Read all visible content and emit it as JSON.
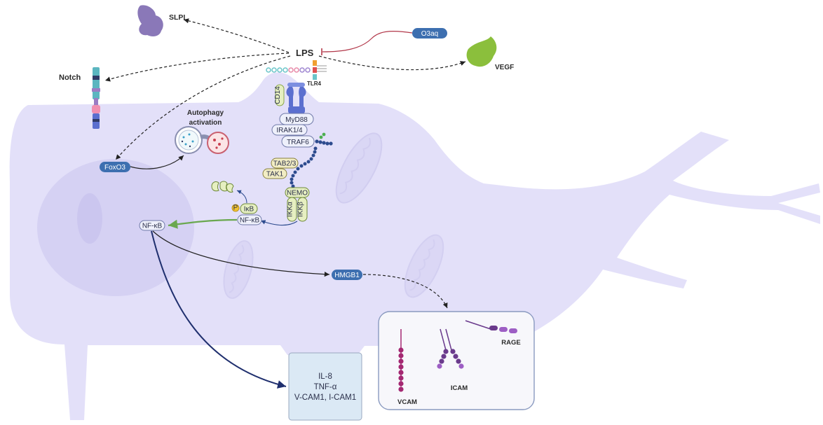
{
  "labels": {
    "slpi": "SLPI",
    "lps": "LPS",
    "o3aq": "O3aq",
    "vegf": "VEGF",
    "notch": "Notch",
    "tlr4": "TLR4",
    "cd14": "CD14",
    "autophagy_line1": "Autophagy",
    "autophagy_line2": "activation",
    "foxo3": "FoxO3",
    "myd88": "MyD88",
    "irak": "IRAK1/4",
    "traf6": "TRAF6",
    "tab23": "TAB2/3",
    "tak1": "TAK1",
    "nemo": "NEMO",
    "ikka": "IKKα",
    "ikkb": "IKKβ",
    "ikb": "IκB",
    "p": "P",
    "nfkb_cyto": "NF-κB",
    "nfkb_nuc": "NF-κB",
    "hmgb1": "HMGB1",
    "vcam": "VCAM",
    "icam": "ICAM",
    "rage": "RAGE"
  },
  "cytokines": [
    "IL-8",
    "TNF-α",
    "V-CAM1, I-CAM1"
  ],
  "colors": {
    "cell": "#e3e0f9",
    "nucleus": "#d5d1f3",
    "pill_blue": "#3d6fb0",
    "inhibit_red": "#b2384a",
    "green_arrow": "#6aa84f",
    "navy_arrow": "#1f2f6e",
    "slpi_purple": "#8a78b8",
    "vegf_green": "#8bbf3c",
    "yellow_green": "#e6efc1",
    "vcam_magenta": "#a42872",
    "icam_purple": "#6a3a8c"
  }
}
